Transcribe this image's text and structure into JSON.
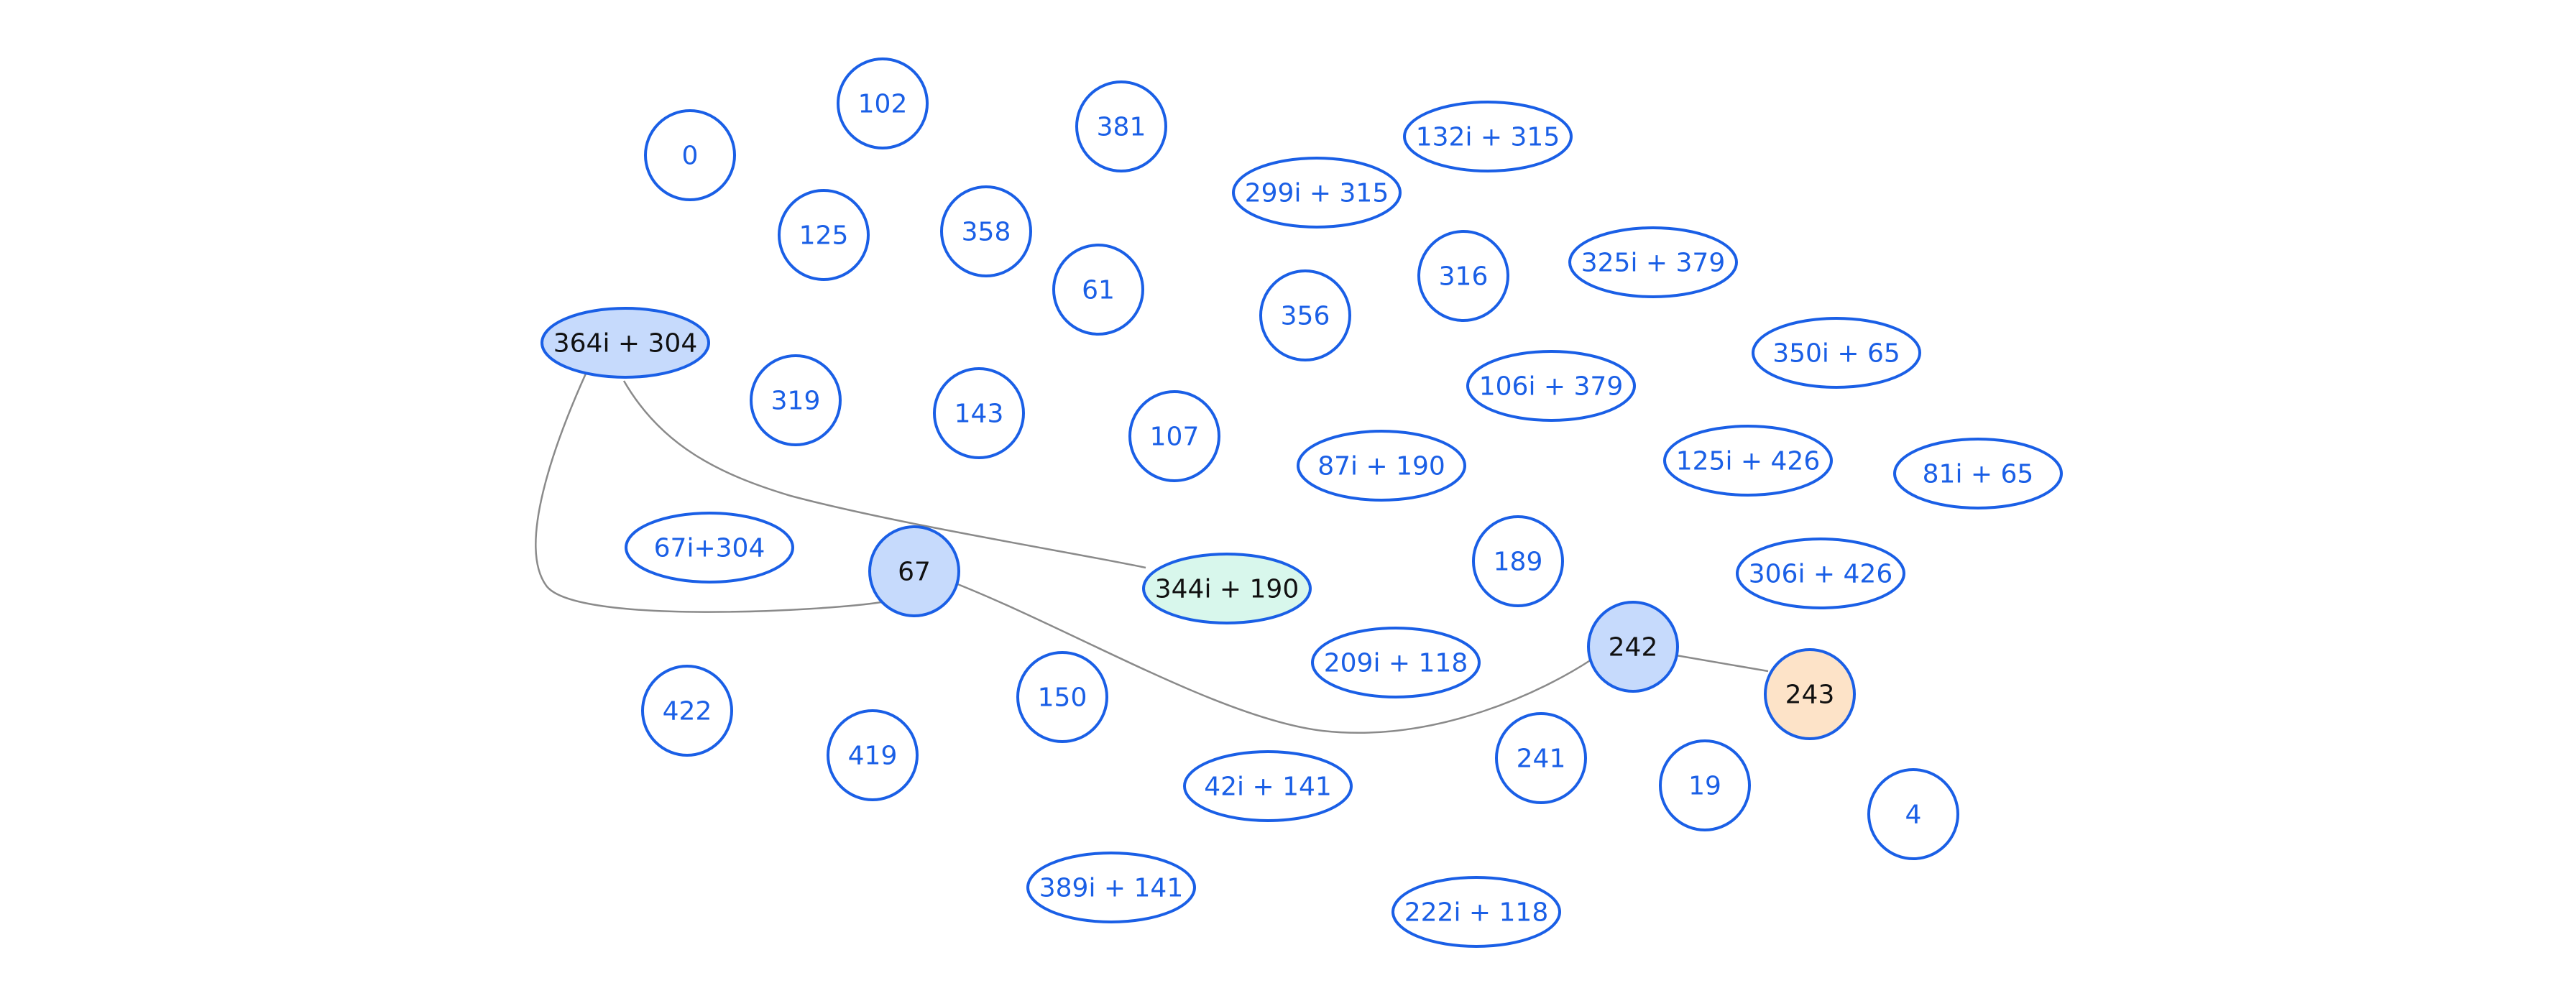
{
  "colors": {
    "node_stroke": "#1a5fe6",
    "node_text": "#1a5fe6",
    "node_text_highlight": "#111111",
    "fill_default": "#ffffff",
    "fill_blue": "#c6dafc",
    "fill_green": "#d8f7ec",
    "fill_orange": "#fde3c8",
    "edge": "#8a8a8a"
  },
  "nodes": [
    {
      "id": "n0",
      "label": "0"
    },
    {
      "id": "n102",
      "label": "102"
    },
    {
      "id": "n381",
      "label": "381"
    },
    {
      "id": "n132i315",
      "label": "132i + 315"
    },
    {
      "id": "n125",
      "label": "125"
    },
    {
      "id": "n358",
      "label": "358"
    },
    {
      "id": "n299i315",
      "label": "299i + 315"
    },
    {
      "id": "n61",
      "label": "61"
    },
    {
      "id": "n316",
      "label": "316"
    },
    {
      "id": "n325i379",
      "label": "325i + 379"
    },
    {
      "id": "n356",
      "label": "356"
    },
    {
      "id": "n364i304",
      "label": "364i + 304",
      "fill": "blue"
    },
    {
      "id": "n350i65",
      "label": "350i + 65"
    },
    {
      "id": "n106i379",
      "label": "106i + 379"
    },
    {
      "id": "n319",
      "label": "319"
    },
    {
      "id": "n143",
      "label": "143"
    },
    {
      "id": "n107",
      "label": "107"
    },
    {
      "id": "n87i190",
      "label": "87i + 190"
    },
    {
      "id": "n125i426",
      "label": "125i + 426"
    },
    {
      "id": "n81i65",
      "label": "81i + 65"
    },
    {
      "id": "n67i304",
      "label": "67i+304"
    },
    {
      "id": "n67",
      "label": "67",
      "fill": "blue"
    },
    {
      "id": "n344i190",
      "label": "344i + 190",
      "fill": "green"
    },
    {
      "id": "n189",
      "label": "189"
    },
    {
      "id": "n306i426",
      "label": "306i + 426"
    },
    {
      "id": "n242",
      "label": "242",
      "fill": "blue"
    },
    {
      "id": "n243",
      "label": "243",
      "fill": "orange"
    },
    {
      "id": "n209i118",
      "label": "209i + 118"
    },
    {
      "id": "n422",
      "label": "422"
    },
    {
      "id": "n150",
      "label": "150"
    },
    {
      "id": "n419",
      "label": "419"
    },
    {
      "id": "n241",
      "label": "241"
    },
    {
      "id": "n42i141",
      "label": "42i + 141"
    },
    {
      "id": "n19",
      "label": "19"
    },
    {
      "id": "n4",
      "label": "4"
    },
    {
      "id": "n389i141",
      "label": "389i + 141"
    },
    {
      "id": "n222i118",
      "label": "222i + 118"
    }
  ],
  "edges": [
    {
      "from": "n364i304",
      "to": "n67"
    },
    {
      "from": "n364i304",
      "to": "n344i190"
    },
    {
      "from": "n67",
      "to": "n242"
    },
    {
      "from": "n242",
      "to": "n243"
    }
  ]
}
